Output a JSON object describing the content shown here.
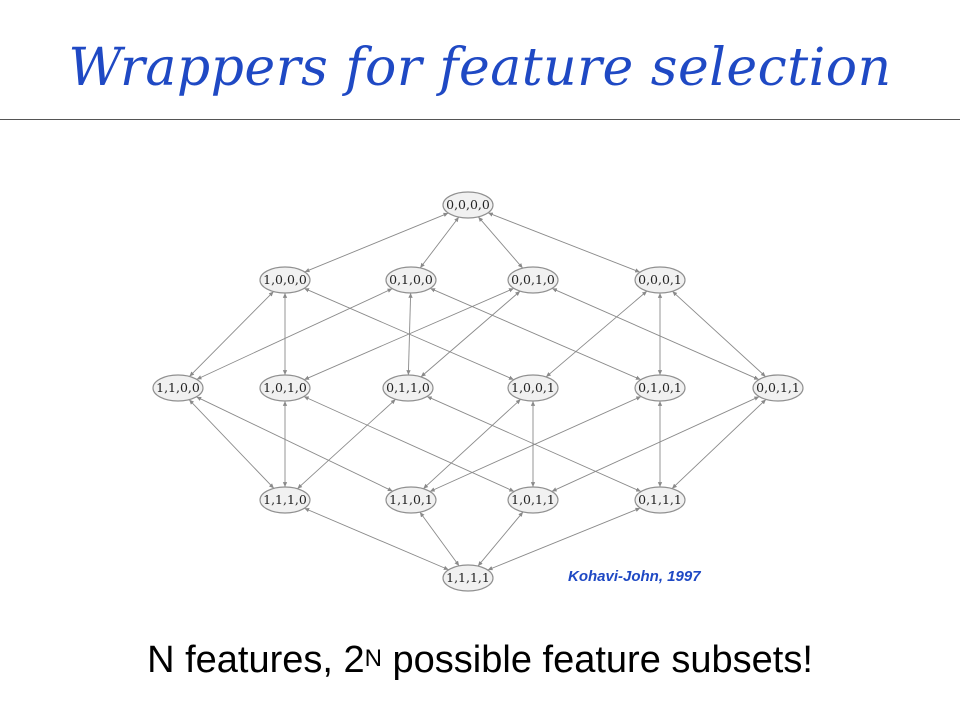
{
  "title": "Wrappers for feature selection",
  "citation": "Kohavi-John, 1997",
  "caption": {
    "before": "N features, 2",
    "superscript": "N",
    "after": " possible feature subsets!"
  },
  "lattice": {
    "levels": [
      [
        "0,0,0,0"
      ],
      [
        "1,0,0,0",
        "0,1,0,0",
        "0,0,1,0",
        "0,0,0,1"
      ],
      [
        "1,1,0,0",
        "1,0,1,0",
        "0,1,1,0",
        "1,0,0,1",
        "0,1,0,1",
        "0,0,1,1"
      ],
      [
        "1,1,1,0",
        "1,1,0,1",
        "1,0,1,1",
        "0,1,1,1"
      ],
      [
        "1,1,1,1"
      ]
    ]
  },
  "colors": {
    "title": "#1f49c4",
    "citation": "#1f49c4",
    "rule": "#555555"
  }
}
